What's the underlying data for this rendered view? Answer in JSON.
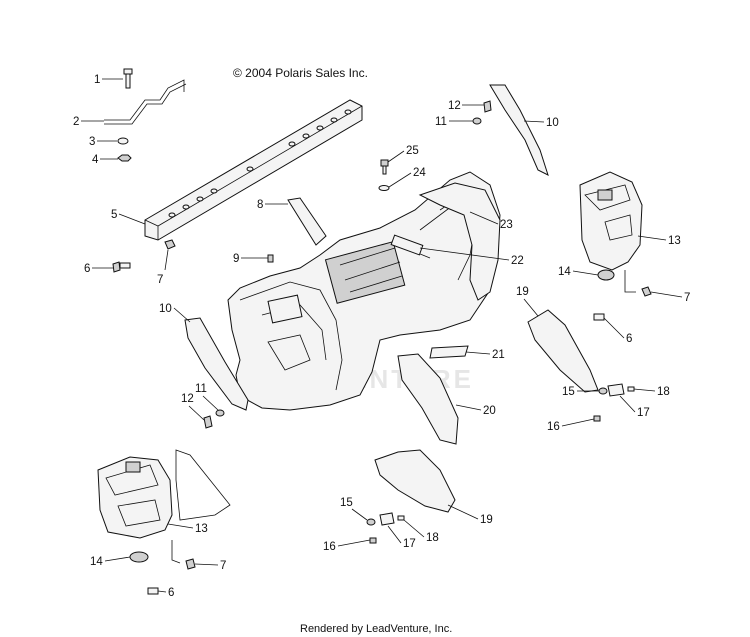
{
  "copyright": "© 2004 Polaris Sales Inc.",
  "footer": "Rendered by LeadVenture, Inc.",
  "watermark": "LEADVENTURE",
  "callouts": [
    {
      "label": "1"
    },
    {
      "label": "2"
    },
    {
      "label": "3"
    },
    {
      "label": "4"
    },
    {
      "label": "5"
    },
    {
      "label": "6"
    },
    {
      "label": "7"
    },
    {
      "label": "8"
    },
    {
      "label": "9"
    },
    {
      "label": "10"
    },
    {
      "label": "12"
    },
    {
      "label": "11"
    },
    {
      "label": "10"
    },
    {
      "label": "25"
    },
    {
      "label": "24"
    },
    {
      "label": "23"
    },
    {
      "label": "22"
    },
    {
      "label": "13"
    },
    {
      "label": "14"
    },
    {
      "label": "7"
    },
    {
      "label": "6"
    },
    {
      "label": "19"
    },
    {
      "label": "21"
    },
    {
      "label": "20"
    },
    {
      "label": "15"
    },
    {
      "label": "18"
    },
    {
      "label": "17"
    },
    {
      "label": "16"
    },
    {
      "label": "12"
    },
    {
      "label": "11"
    },
    {
      "label": "13"
    },
    {
      "label": "14"
    },
    {
      "label": "7"
    },
    {
      "label": "6"
    },
    {
      "label": "15"
    },
    {
      "label": "16"
    },
    {
      "label": "17"
    },
    {
      "label": "18"
    },
    {
      "label": "19"
    }
  ]
}
